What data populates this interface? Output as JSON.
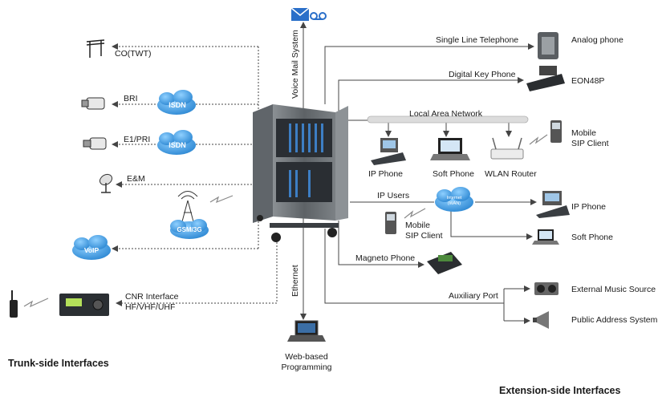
{
  "trunk": {
    "co": "CO(TWT)",
    "bri": "BRI",
    "isdn1": "ISDN",
    "e1pri": "E1/PRI",
    "isdn2": "ISDN",
    "em": "E&M",
    "gsm": "GSM/3G",
    "voip": "VoIP",
    "cnr_line1": "CNR Interface",
    "cnr_line2": "HF/VHF/UHF"
  },
  "center": {
    "voicemail": "Voice Mail System",
    "ethernet": "Ethernet",
    "web_line1": "Web-based",
    "web_line2": "Programming"
  },
  "extension": {
    "single_line": "Single Line Telephone",
    "analog_phone": "Analog phone",
    "digital_key": "Digital Key Phone",
    "eon48p": "EON48P",
    "lan": "Local Area Network",
    "mobile_sip_1a": "Mobile",
    "mobile_sip_1b": "SIP Client",
    "ip_phone_lan": "IP Phone",
    "soft_phone_lan": "Soft Phone",
    "wlan_router": "WLAN Router",
    "ip_users": "IP Users",
    "internet_1": "Internet",
    "internet_2": "(WAN)",
    "ip_phone_wan": "IP Phone",
    "mobile_sip_2a": "Mobile",
    "mobile_sip_2b": "SIP Client",
    "soft_phone_wan": "Soft Phone",
    "magneto": "Magneto Phone",
    "aux_port": "Auxiliary Port",
    "ext_music": "External Music Source",
    "pa_system": "Public Address System"
  },
  "footer": {
    "trunk_side": "Trunk-side Interfaces",
    "extension_side": "Extension-side Interfaces"
  },
  "colors": {
    "cloud": "#3b9fe0",
    "line": "#444444",
    "cabinet": "#6f7478"
  }
}
